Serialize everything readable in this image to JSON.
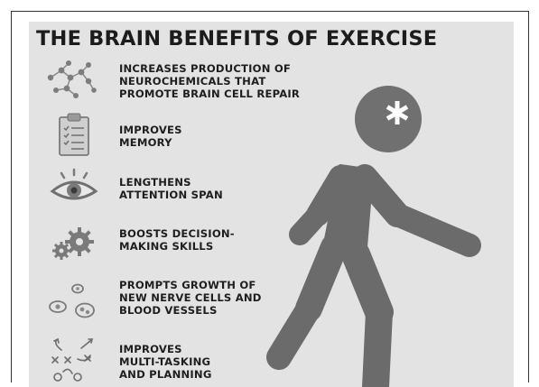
{
  "title": "THE BRAIN BENEFITS OF EXERCISE",
  "benefits": [
    {
      "icon": "molecule-icon",
      "lines": [
        "INCREASES PRODUCTION OF",
        "NEUROCHEMICALS THAT",
        "PROMOTE BRAIN CELL REPAIR"
      ]
    },
    {
      "icon": "clipboard-icon",
      "lines": [
        "IMPROVES",
        "MEMORY"
      ]
    },
    {
      "icon": "eye-icon",
      "lines": [
        "LENGTHENS",
        "ATTENTION SPAN"
      ]
    },
    {
      "icon": "gears-icon",
      "lines": [
        "BOOSTS DECISION-",
        "MAKING SKILLS"
      ]
    },
    {
      "icon": "cells-icon",
      "lines": [
        "PROMPTS GROWTH OF",
        "NEW NERVE CELLS AND",
        "BLOOD VESSELS"
      ]
    },
    {
      "icon": "strategy-play-icon",
      "lines": [
        "IMPROVES",
        "MULTI-TASKING",
        "AND PLANNING"
      ]
    }
  ],
  "figure": {
    "icon": "running-person-icon",
    "head_mark": "asterisk-icon"
  },
  "colors": {
    "background": "#e3e3e3",
    "text": "#1e1e1e",
    "figure": "#6e6e6e",
    "icon": "#7a7a7a"
  }
}
